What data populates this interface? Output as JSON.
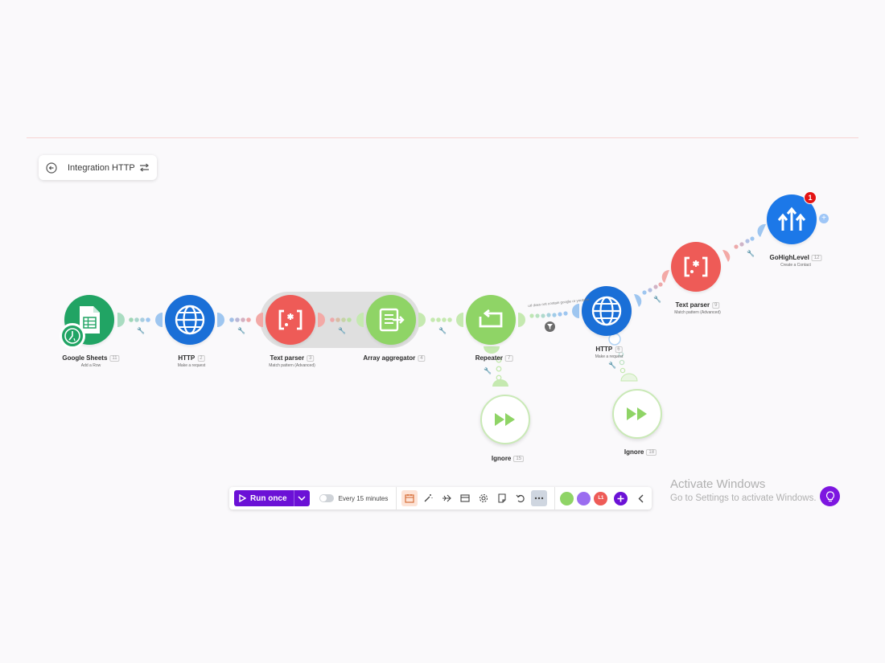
{
  "scenario": {
    "name": "Integration HTTP"
  },
  "modules": {
    "google_sheets": {
      "title": "Google Sheets",
      "num": "11",
      "sub": "Add a Row"
    },
    "http1": {
      "title": "HTTP",
      "num": "2",
      "sub": "Make a request"
    },
    "text_parser1": {
      "title": "Text parser",
      "num": "3",
      "sub": "Match pattern (Advanced)"
    },
    "array_aggregator": {
      "title": "Array aggregator",
      "num": "4",
      "sub": ""
    },
    "repeater": {
      "title": "Repeater",
      "num": "7",
      "sub": ""
    },
    "http2": {
      "title": "HTTP",
      "num": "6",
      "sub": "Make a request"
    },
    "text_parser2": {
      "title": "Text parser",
      "num": "9",
      "sub": "Match pattern (Advanced)"
    },
    "gohighlevel": {
      "title": "GoHighLevel",
      "num": "12",
      "sub": "Create a Contact",
      "badge": "1"
    },
    "ignore1": {
      "title": "Ignore",
      "num": "15"
    },
    "ignore2": {
      "title": "Ignore",
      "num": "18"
    }
  },
  "route_label": "url does not contain google or youtube",
  "toolbar": {
    "run_label": "Run once",
    "schedule_label": "Every 15 minutes",
    "app_codes": [
      "",
      "",
      "L1"
    ]
  },
  "watermark": {
    "line1": "Activate Windows",
    "line2": "Go to Settings to activate Windows."
  },
  "colors": {
    "brand": "#6b11d6",
    "sheets": "#21a464",
    "http": "#1a6fd7",
    "parser": "#ee5b57",
    "flow": "#8fd466"
  }
}
